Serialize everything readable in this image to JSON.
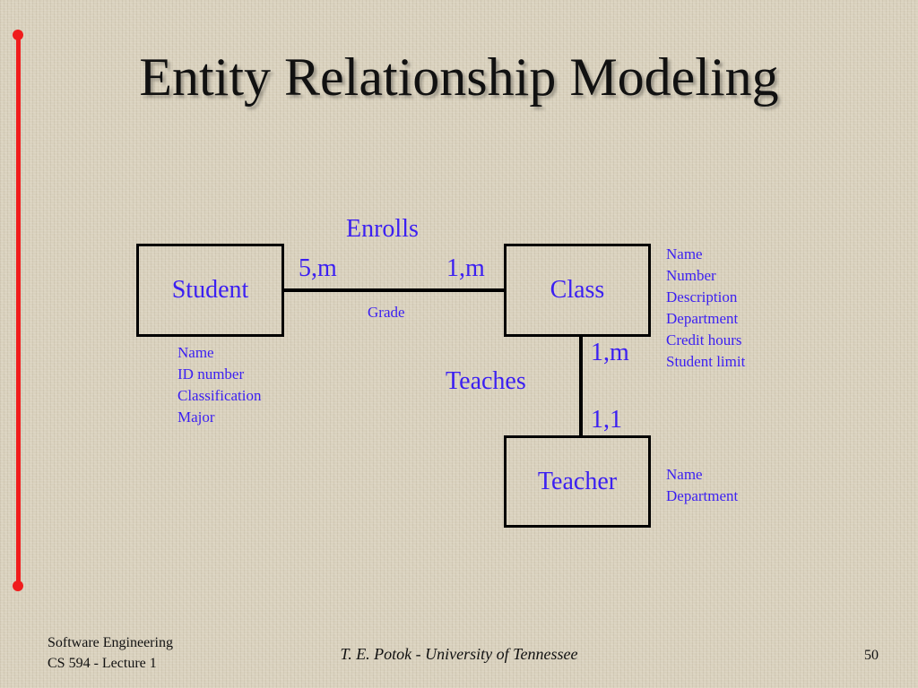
{
  "title": "Entity Relationship Modeling",
  "entities": {
    "student": "Student",
    "class": "Class",
    "teacher": "Teacher"
  },
  "relationships": {
    "enrolls": {
      "name": "Enrolls",
      "student_cardinality": "5,m",
      "class_cardinality": "1,m",
      "attribute": "Grade"
    },
    "teaches": {
      "name": "Teaches",
      "class_cardinality": "1,m",
      "teacher_cardinality": "1,1"
    }
  },
  "attributes": {
    "student": [
      "Name",
      "ID number",
      "Classification",
      "Major"
    ],
    "class": [
      "Name",
      "Number",
      "Description",
      "Department",
      "Credit hours",
      "Student limit"
    ],
    "teacher": [
      "Name",
      "Department"
    ]
  },
  "footer": {
    "course_line1": "Software Engineering",
    "course_line2": "CS 594 - Lecture 1",
    "author": "T. E. Potok - University of Tennessee",
    "page": "50"
  },
  "colors": {
    "accent_bar": "#f01c1c",
    "diagram_text": "#3b1ff2"
  }
}
